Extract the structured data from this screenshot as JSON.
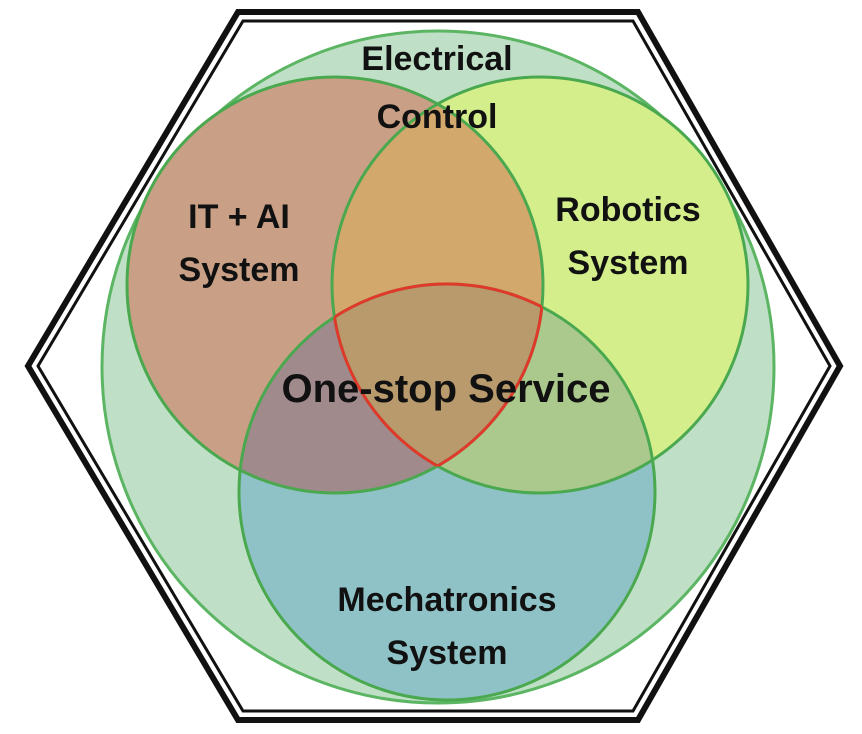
{
  "diagram": {
    "outer_circle": {
      "label_line1": "Electrical",
      "label_line2": "Control"
    },
    "circle_left": {
      "label_line1": "IT + AI",
      "label_line2": "System"
    },
    "circle_right": {
      "label_line1": "Robotics",
      "label_line2": "System"
    },
    "circle_bottom": {
      "label_line1": "Mechatronics",
      "label_line2": "System"
    },
    "center": {
      "label": "One-stop Service"
    }
  },
  "colors": {
    "hexagon_stroke": "#111111",
    "outer_circle_fill": "#bfe0c6",
    "circle_stroke": "#4aa84f",
    "it_ai_fill": "#c9a086",
    "robotics_fill": "#d4ee8c",
    "mechatronics_fill": "#8fc2c6",
    "center_outline": "#e0392b"
  }
}
